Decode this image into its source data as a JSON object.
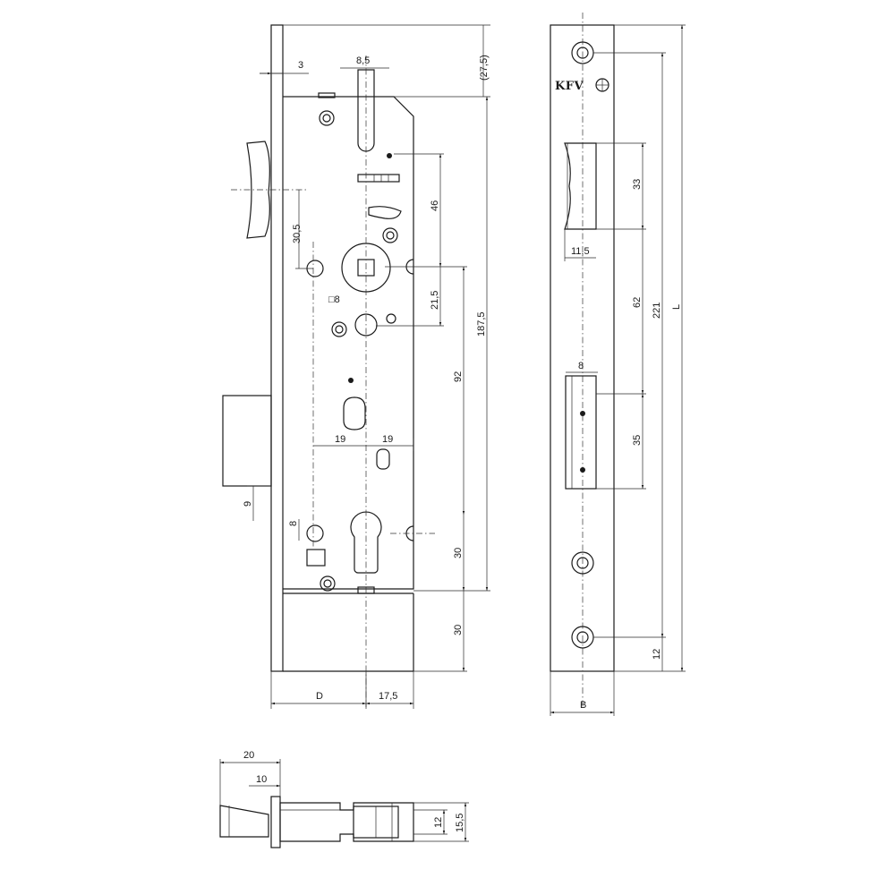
{
  "brand": "KFV",
  "lock_body_dims": {
    "d_3": "3",
    "d_8_5": "8,5",
    "d_27_5": "(27,5)",
    "d_30_5": "30,5",
    "d_46": "46",
    "d_21_5": "21,5",
    "d_187_5": "187,5",
    "d_92": "92",
    "d_19_left": "19",
    "d_19_right": "19",
    "d_9": "9",
    "d_8": "8",
    "d_30_a": "30",
    "d_30_b": "30",
    "d_D": "D",
    "d_17_5": "17,5",
    "spindle": "8"
  },
  "faceplate_dims": {
    "d_33": "33",
    "d_11_5": "11,5",
    "d_62": "62",
    "d_221": "221",
    "d_L": "L",
    "d_8_top": "8",
    "d_35": "35",
    "d_12": "12",
    "d_B": "B"
  },
  "latch_dims": {
    "d_20": "20",
    "d_10": "10",
    "d_12": "12",
    "d_15_5": "15,5"
  }
}
